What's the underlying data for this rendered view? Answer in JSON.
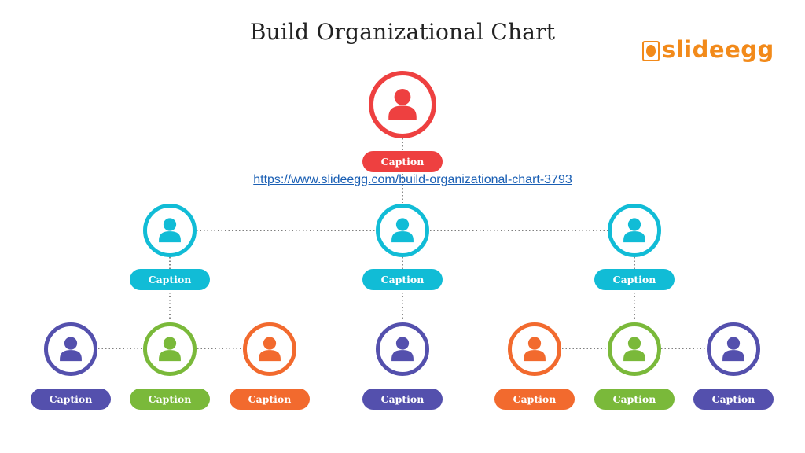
{
  "slide": {
    "title": "Build Organizational Chart",
    "logo_text": "slideegg",
    "url": "https://www.slideegg.com/build-organizational-chart-3793"
  },
  "colors": {
    "red": "#ee4040",
    "cyan": "#11bcd6",
    "green": "#7ab93a",
    "orange": "#f26a2e",
    "purple": "#5450ad",
    "connector": "#555555"
  },
  "nodes": [
    {
      "id": "root",
      "level": 0,
      "color": "red",
      "caption": "Caption"
    },
    {
      "id": "manager-left",
      "level": 1,
      "color": "cyan",
      "caption": "Caption"
    },
    {
      "id": "manager-center",
      "level": 1,
      "color": "cyan",
      "caption": "Caption"
    },
    {
      "id": "manager-right",
      "level": 1,
      "color": "cyan",
      "caption": "Caption"
    },
    {
      "id": "staff-1",
      "level": 2,
      "color": "purple",
      "caption": "Caption"
    },
    {
      "id": "staff-2",
      "level": 2,
      "color": "green",
      "caption": "Caption"
    },
    {
      "id": "staff-3",
      "level": 2,
      "color": "orange",
      "caption": "Caption"
    },
    {
      "id": "staff-4",
      "level": 2,
      "color": "purple",
      "caption": "Caption"
    },
    {
      "id": "staff-5",
      "level": 2,
      "color": "orange",
      "caption": "Caption"
    },
    {
      "id": "staff-6",
      "level": 2,
      "color": "green",
      "caption": "Caption"
    },
    {
      "id": "staff-7",
      "level": 2,
      "color": "purple",
      "caption": "Caption"
    }
  ]
}
